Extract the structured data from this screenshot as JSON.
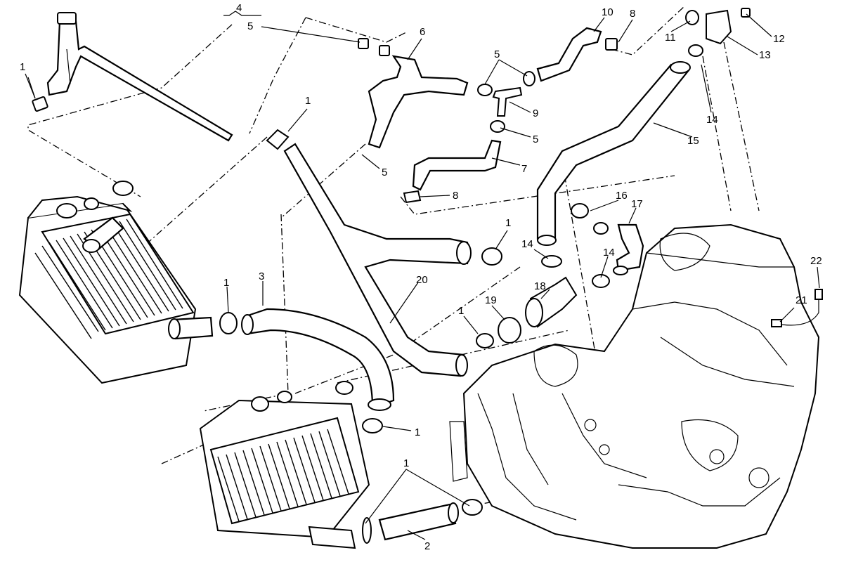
{
  "callouts": [
    {
      "id": "c1a",
      "text": "1"
    },
    {
      "id": "c4",
      "text": "4"
    },
    {
      "id": "c5a",
      "text": "5"
    },
    {
      "id": "c6",
      "text": "6"
    },
    {
      "id": "c10",
      "text": "10"
    },
    {
      "id": "c8a",
      "text": "8"
    },
    {
      "id": "c11",
      "text": "11"
    },
    {
      "id": "c12",
      "text": "12"
    },
    {
      "id": "c13",
      "text": "13"
    },
    {
      "id": "c5b",
      "text": "5"
    },
    {
      "id": "c9",
      "text": "9"
    },
    {
      "id": "c5c",
      "text": "5"
    },
    {
      "id": "c14a",
      "text": "14"
    },
    {
      "id": "c15",
      "text": "15"
    },
    {
      "id": "c1b",
      "text": "1"
    },
    {
      "id": "c5d",
      "text": "5"
    },
    {
      "id": "c7",
      "text": "7"
    },
    {
      "id": "c8b",
      "text": "8"
    },
    {
      "id": "c16",
      "text": "16"
    },
    {
      "id": "c17",
      "text": "17"
    },
    {
      "id": "c1c",
      "text": "1"
    },
    {
      "id": "c14b",
      "text": "14"
    },
    {
      "id": "c14c",
      "text": "14"
    },
    {
      "id": "c22",
      "text": "22"
    },
    {
      "id": "c3",
      "text": "3"
    },
    {
      "id": "c20",
      "text": "20"
    },
    {
      "id": "c18",
      "text": "18"
    },
    {
      "id": "c1d",
      "text": "1"
    },
    {
      "id": "c19",
      "text": "19"
    },
    {
      "id": "c1e",
      "text": "1"
    },
    {
      "id": "c21",
      "text": "21"
    },
    {
      "id": "c1f",
      "text": "1"
    },
    {
      "id": "c1g",
      "text": "1"
    },
    {
      "id": "c2",
      "text": "2"
    }
  ],
  "colors": {
    "line": "#000000",
    "background": "#ffffff"
  }
}
